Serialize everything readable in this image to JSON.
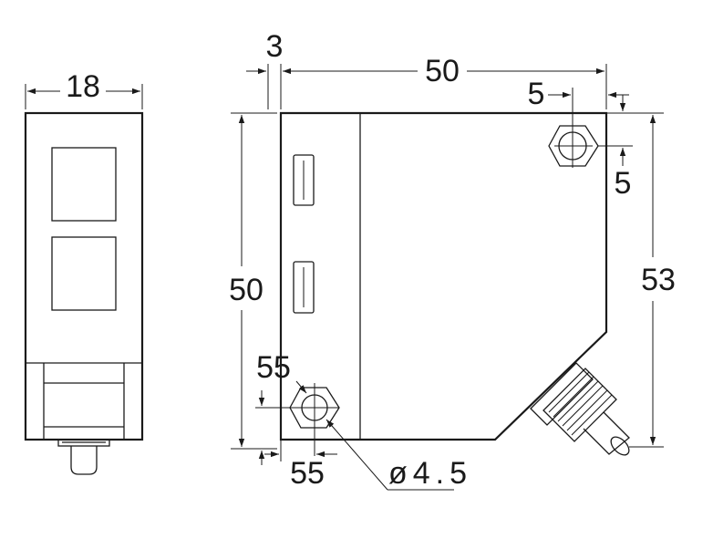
{
  "dimensions": {
    "front_width": "18",
    "side_offset": "3",
    "side_width": "50",
    "hole_top_offset_x": "5",
    "hole_top_offset_y": "5",
    "side_height_left": "50",
    "side_height_right": "53",
    "hole_bottom_offset_y": "55",
    "hole_bottom_offset_x": "55",
    "hole_diameter": "ø4.5"
  },
  "colors": {
    "line": "#1a1a1a",
    "background": "#ffffff"
  }
}
